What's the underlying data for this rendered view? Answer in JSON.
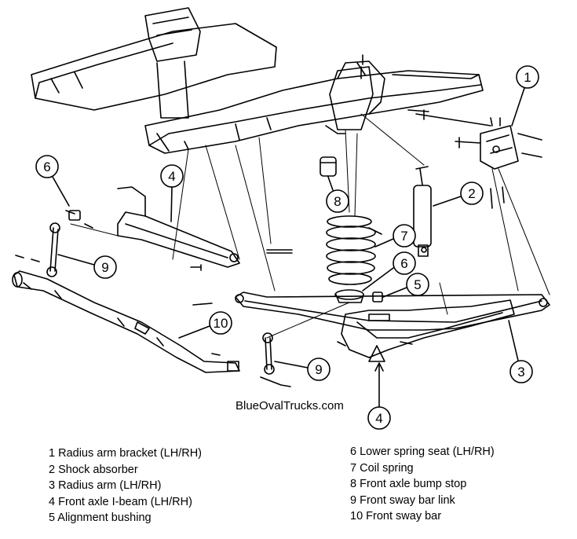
{
  "watermark": "BlueOvalTrucks.com",
  "callouts": [
    "1",
    "2",
    "3",
    "4",
    "5",
    "6",
    "7",
    "8",
    "9",
    "10",
    "6",
    "9",
    "4"
  ],
  "legend_left": [
    "1 Radius arm bracket (LH/RH)",
    "2 Shock absorber",
    "3 Radius arm (LH/RH)",
    "4 Front axle I-beam (LH/RH)",
    "5 Alignment bushing"
  ],
  "legend_right": [
    "6 Lower spring seat (LH/RH)",
    "7 Coil spring",
    "8 Front axle bump stop",
    "9 Front sway bar link",
    "10 Front sway bar"
  ],
  "colors": {
    "line": "#000000",
    "background": "#ffffff"
  }
}
